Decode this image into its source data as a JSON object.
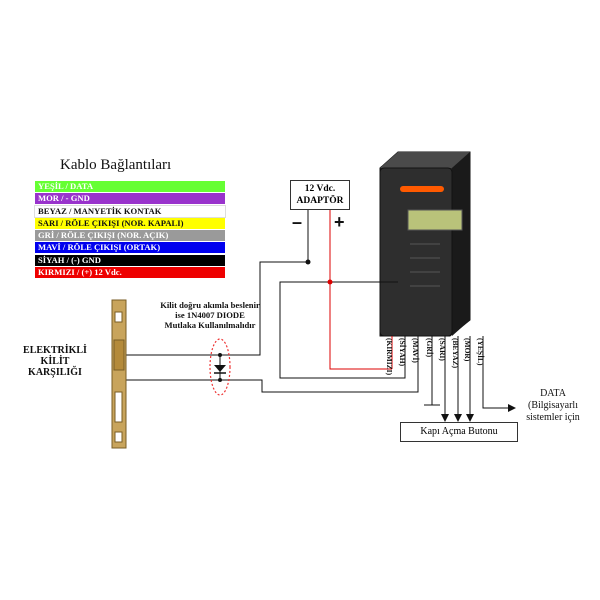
{
  "legend_title": "Kablo Bağlantıları",
  "legend": [
    {
      "text": "YEŞİL / DATA",
      "bg": "#66ff33",
      "fg": "#ffffff"
    },
    {
      "text": "MOR / - GND",
      "bg": "#9933cc",
      "fg": "#ffffff"
    },
    {
      "text": "BEYAZ / MANYETİK KONTAK",
      "bg": "#ffffff",
      "fg": "#111111"
    },
    {
      "text": "SARI / RÖLE ÇIKIŞI (NOR. KAPALI)",
      "bg": "#ffff00",
      "fg": "#111111"
    },
    {
      "text": "GRİ / RÖLE ÇIKIŞI (NOR. AÇIK)",
      "bg": "#9a9a9a",
      "fg": "#ffffff"
    },
    {
      "text": "MAVİ / RÖLE ÇIKIŞI (ORTAK)",
      "bg": "#0000ee",
      "fg": "#ffffff"
    },
    {
      "text": "SİYAH / (-) GND",
      "bg": "#000000",
      "fg": "#ffffff"
    },
    {
      "text": "KIRMIZI / (+) 12 Vdc.",
      "bg": "#ee0000",
      "fg": "#ffffff"
    }
  ],
  "adapter_label": "12 Vdc.\nADAPTÖR",
  "minus_sign": "–",
  "plus_sign": "+",
  "lock_label": "ELEKTRİKLİ\nKİLİT\nKARŞILIĞI",
  "diode_note": "Kilit doğru akımla beslenir\nise 1N4007 DIODE\nMutlaka Kullanılmalıdır",
  "wire_labels": [
    "(KIRMIZI)",
    "(SİYAH)",
    "(MAVİ)",
    "(GRİ)",
    "(SARI)",
    "(BEYAZ)",
    "(MOR)",
    "(YEŞİL)"
  ],
  "button_label": "Kapı Açma Butonu",
  "data_label": "DATA\n(Bilgisayarlı\nsistemler için"
}
